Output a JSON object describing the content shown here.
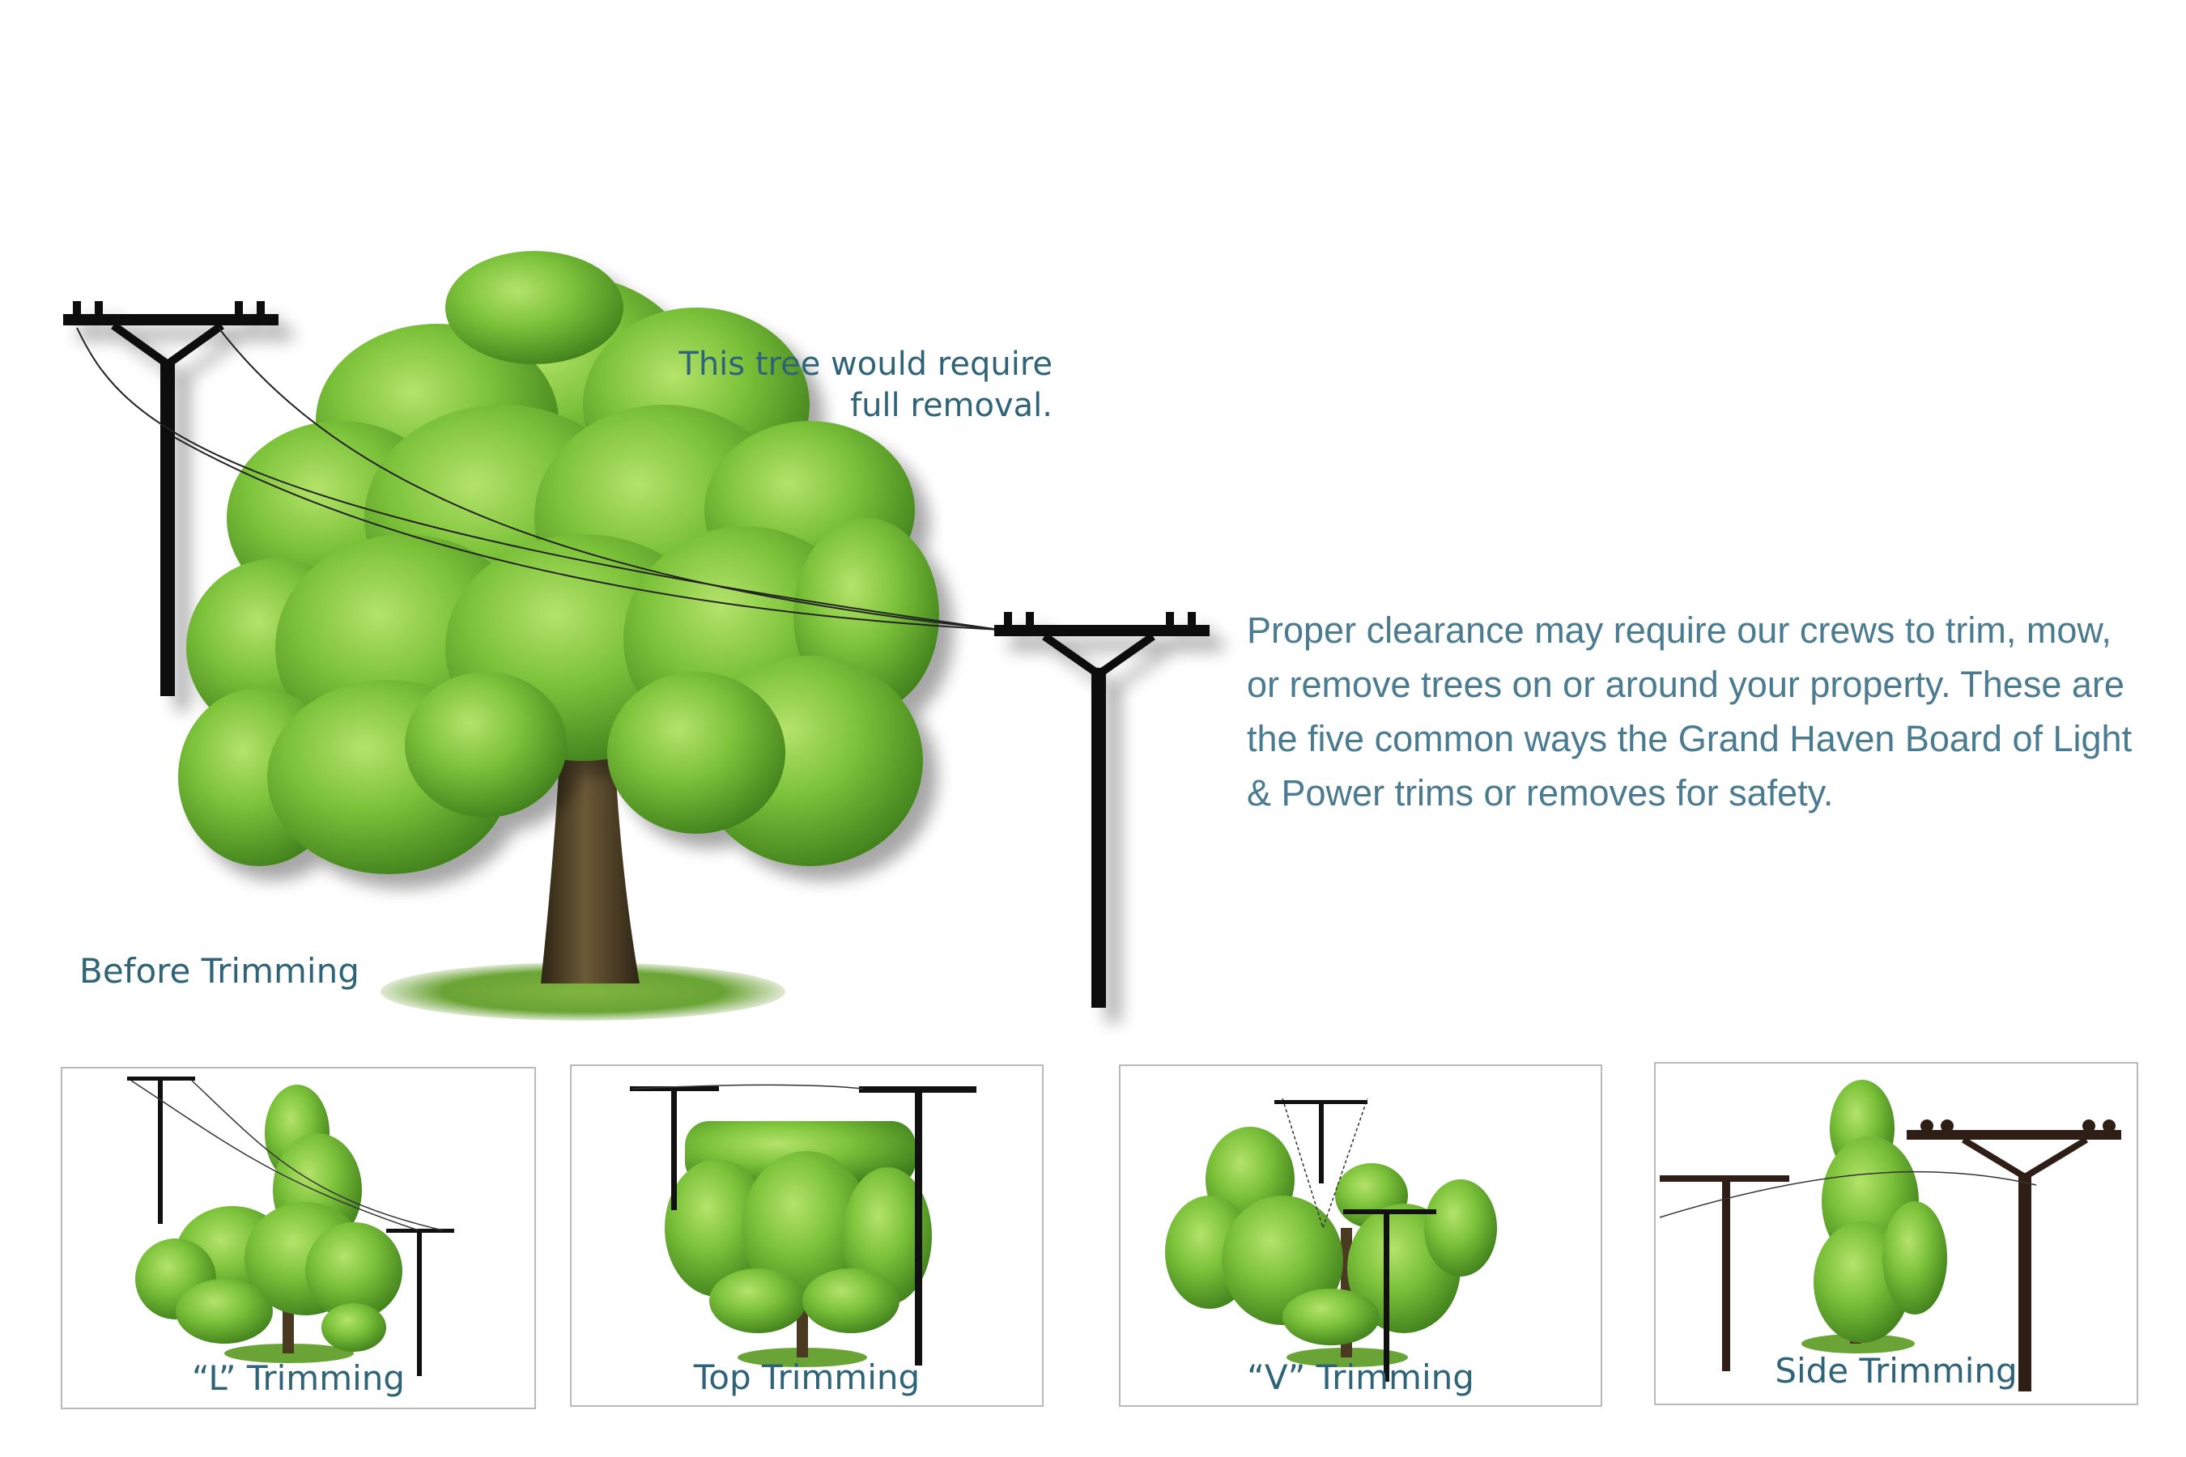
{
  "colors": {
    "text_primary": "#2f6478",
    "text_body": "#4a7b90",
    "pole_black": "#111111",
    "pole_brown": "#2e1e16",
    "foliage_light": "#8fd14a",
    "foliage_mid": "#5fae2c",
    "foliage_dark": "#3d7d1c",
    "trunk": "#4a3a22",
    "grass": "#6aa436",
    "panel_border": "#b9b9b9"
  },
  "main": {
    "tree_note": "This tree would require full removal.",
    "description": "Proper clearance may require our crews to trim, mow, or remove trees on or around your property. These are the five common ways the Grand Haven Board of Light & Power trims or removes for safety.",
    "before_label": "Before Trimming"
  },
  "panels": [
    {
      "id": "l-trimming",
      "label": "“L” Trimming"
    },
    {
      "id": "top-trimming",
      "label": "Top Trimming"
    },
    {
      "id": "v-trimming",
      "label": "“V” Trimming"
    },
    {
      "id": "side-trimming",
      "label": "Side Trimming"
    }
  ]
}
